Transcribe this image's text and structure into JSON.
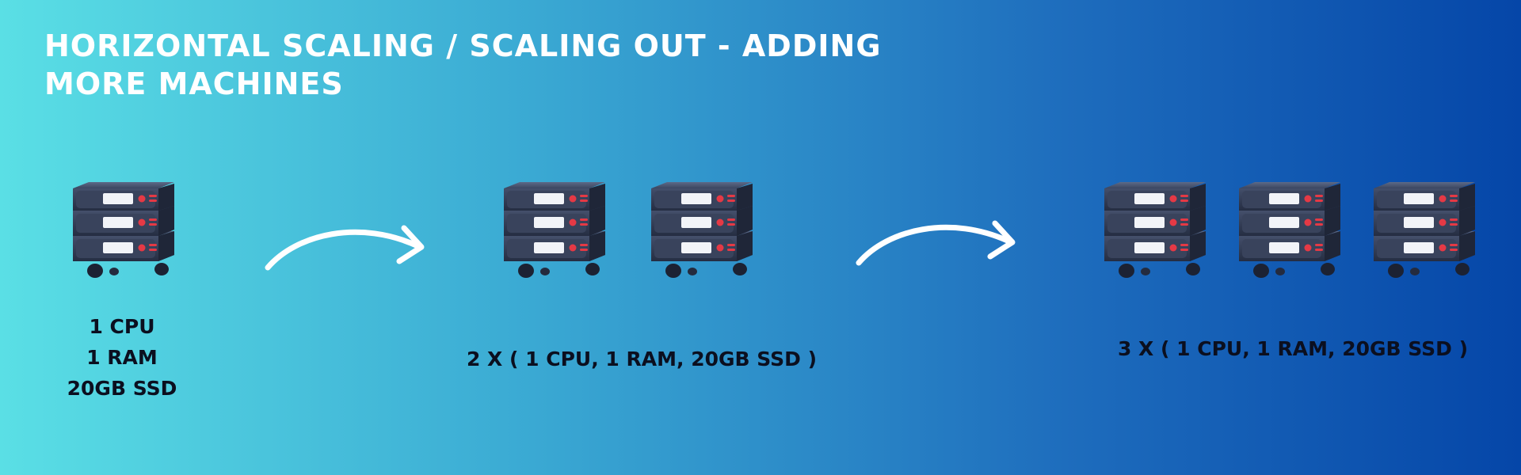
{
  "title": "HORIZONTAL SCALING / SCALING OUT - ADDING MORE MACHINES",
  "stages": [
    {
      "server_count": 1,
      "label_lines": [
        "1 CPU",
        "1 RAM",
        "20GB SSD"
      ]
    },
    {
      "server_count": 2,
      "label": "2 X ( 1 CPU, 1 RAM, 20GB SSD )"
    },
    {
      "server_count": 3,
      "label": "3 X ( 1 CPU, 1 RAM, 20GB SSD )"
    }
  ],
  "icons": {
    "server": "server-rack-icon",
    "arrow": "curved-arrow-right-icon"
  },
  "colors": {
    "background_start": "#5adfe5",
    "background_end": "#0546a8",
    "title_text": "#ffffff",
    "label_text": "#0b0f1f",
    "server_body": "#2f3a52",
    "server_light": "#e53945",
    "arrow": "#ffffff"
  }
}
